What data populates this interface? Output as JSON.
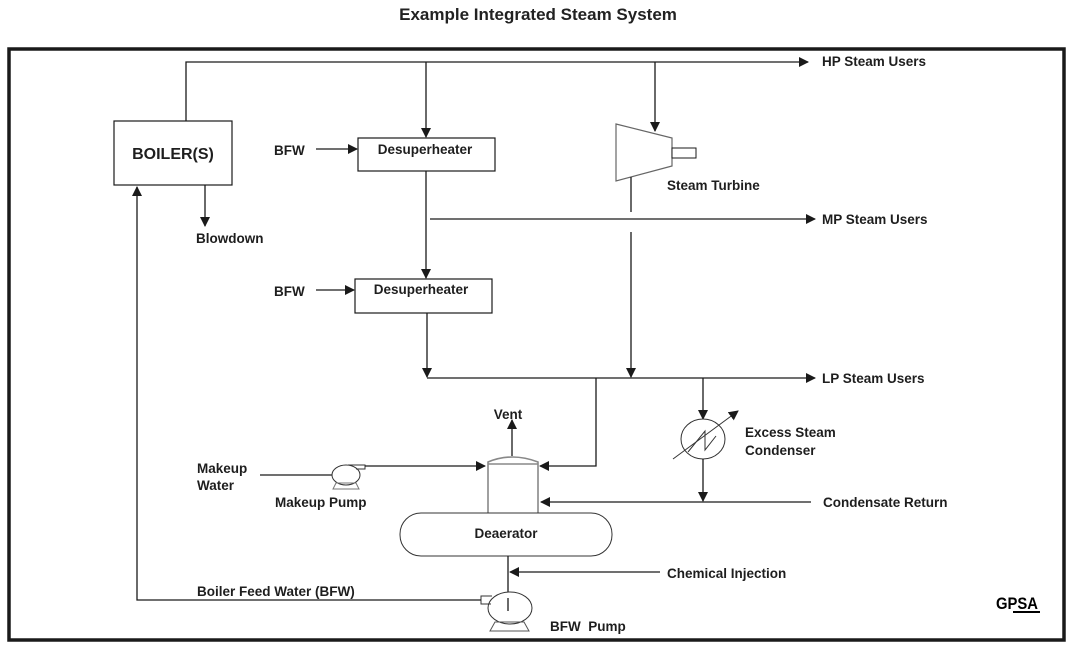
{
  "title": "Example Integrated Steam System",
  "equipment": {
    "boiler": "BOILER(S)",
    "desuperheater_1": "Desuperheater",
    "desuperheater_2": "Desuperheater",
    "steam_turbine": "Steam Turbine",
    "condenser_line1": "Excess Steam",
    "condenser_line2": "Condenser",
    "deaerator": "Deaerator",
    "makeup_pump": "Makeup Pump",
    "bfw_pump": "BFW  Pump"
  },
  "streams": {
    "hp_users": "HP Steam Users",
    "mp_users": "MP Steam Users",
    "lp_users": "LP Steam Users",
    "bfw_1": "BFW",
    "bfw_2": "BFW",
    "blowdown": "Blowdown",
    "vent": "Vent",
    "makeup_line1": "Makeup",
    "makeup_line2": "Water",
    "condensate_return": "Condensate Return",
    "chemical_injection": "Chemical Injection",
    "boiler_feed_water": "Boiler Feed Water (BFW)"
  },
  "logo": {
    "text": "GPSA"
  }
}
